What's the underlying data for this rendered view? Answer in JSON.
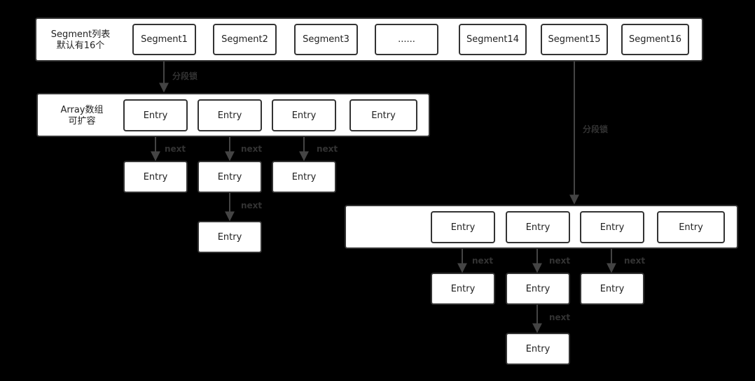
{
  "segment_panel": {
    "label_line1": "Segment列表",
    "label_line2": "默认有16个",
    "items": [
      "Segment1",
      "Segment2",
      "Segment3",
      "......",
      "Segment14",
      "Segment15",
      "Segment16"
    ]
  },
  "array_panel": {
    "label_line1": "Array数组",
    "label_line2": "可扩容",
    "entries": [
      "Entry",
      "Entry",
      "Entry",
      "Entry"
    ]
  },
  "left_chain": {
    "entries": [
      "Entry",
      "Entry",
      "Entry",
      "Entry"
    ]
  },
  "right_panel": {
    "entries": [
      "Entry",
      "Entry",
      "Entry",
      "Entry"
    ]
  },
  "right_chain": {
    "entries": [
      "Entry",
      "Entry",
      "Entry",
      "Entry"
    ]
  },
  "labels": {
    "lock": "分段锁",
    "next": "next"
  }
}
